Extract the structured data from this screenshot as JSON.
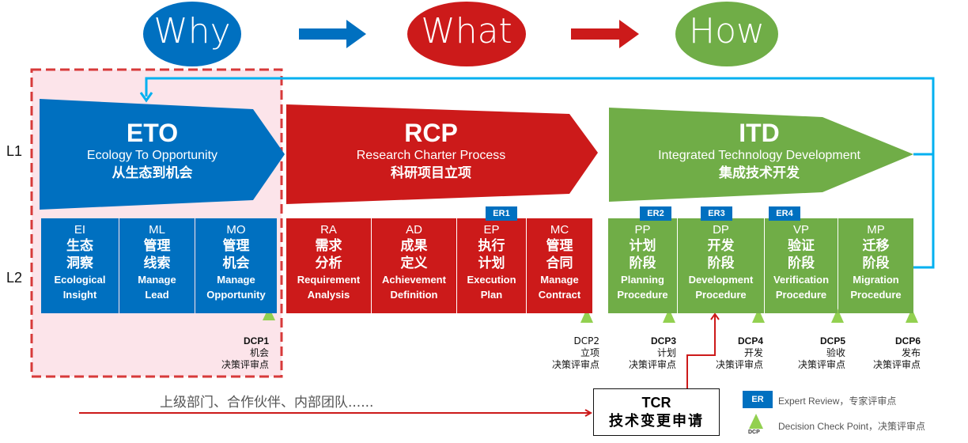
{
  "header": {
    "why": {
      "label": "Why",
      "color": "#0070c0"
    },
    "what": {
      "label": "What",
      "color": "#cc1a1a"
    },
    "how": {
      "label": "How",
      "color": "#70ad47"
    }
  },
  "levels": {
    "l1": "L1",
    "l2": "L2"
  },
  "l1_processes": [
    {
      "abbr": "ETO",
      "en": "Ecology To Opportunity",
      "cn": "从生态到机会",
      "color": "#0070c0"
    },
    {
      "abbr": "RCP",
      "en": "Research Charter Process",
      "cn": "科研项目立项",
      "color": "#cc1a1a"
    },
    {
      "abbr": "ITD",
      "en": "Integrated Technology Development",
      "cn": "集成技术开发",
      "color": "#70ad47"
    }
  ],
  "l2_stages": [
    {
      "abbr": "EI",
      "cn1": "生态",
      "cn2": "洞察",
      "en1": "Ecological",
      "en2": "Insight",
      "group": "ETO"
    },
    {
      "abbr": "ML",
      "cn1": "管理",
      "cn2": "线索",
      "en1": "Manage",
      "en2": "Lead",
      "group": "ETO"
    },
    {
      "abbr": "MO",
      "cn1": "管理",
      "cn2": "机会",
      "en1": "Manage",
      "en2": "Opportunity",
      "group": "ETO"
    },
    {
      "abbr": "RA",
      "cn1": "需求",
      "cn2": "分析",
      "en1": "Requirement",
      "en2": "Analysis",
      "group": "RCP"
    },
    {
      "abbr": "AD",
      "cn1": "成果",
      "cn2": "定义",
      "en1": "Achievement",
      "en2": "Definition",
      "group": "RCP"
    },
    {
      "abbr": "EP",
      "cn1": "执行",
      "cn2": "计划",
      "en1": "Execution",
      "en2": "Plan",
      "group": "RCP"
    },
    {
      "abbr": "MC",
      "cn1": "管理",
      "cn2": "合同",
      "en1": "Manage",
      "en2": "Contract",
      "group": "RCP"
    },
    {
      "abbr": "PP",
      "cn1": "计划",
      "cn2": "阶段",
      "en1": "Planning",
      "en2": "Procedure",
      "group": "ITD"
    },
    {
      "abbr": "DP",
      "cn1": "开发",
      "cn2": "阶段",
      "en1": "Development",
      "en2": "Procedure",
      "group": "ITD"
    },
    {
      "abbr": "VP",
      "cn1": "验证",
      "cn2": "阶段",
      "en1": "Verification",
      "en2": "Procedure",
      "group": "ITD"
    },
    {
      "abbr": "MP",
      "cn1": "迁移",
      "cn2": "阶段",
      "en1": "Migration",
      "en2": "Procedure",
      "group": "ITD"
    }
  ],
  "expert_reviews": [
    "ER1",
    "ER2",
    "ER3",
    "ER4"
  ],
  "decision_points": [
    {
      "code": "DCP1",
      "name": "机会",
      "suffix": "决策评审点"
    },
    {
      "code": "DCP2",
      "name": "立项",
      "suffix": "决策评审点"
    },
    {
      "code": "DCP3",
      "name": "计划",
      "suffix": "决策评审点"
    },
    {
      "code": "DCP4",
      "name": "开发",
      "suffix": "决策评审点"
    },
    {
      "code": "DCP5",
      "name": "验收",
      "suffix": "决策评审点"
    },
    {
      "code": "DCP6",
      "name": "发布",
      "suffix": "决策评审点"
    }
  ],
  "partners_text": "上级部门、合作伙伴、内部团队......",
  "tcr": {
    "abbr": "TCR",
    "cn": "技术变更申请"
  },
  "legend": {
    "er_badge": "ER",
    "er_text": "Expert Review，专家评审点",
    "dcp_badge": "DCP",
    "dcp_text": "Decision Check Point，决策评审点"
  }
}
